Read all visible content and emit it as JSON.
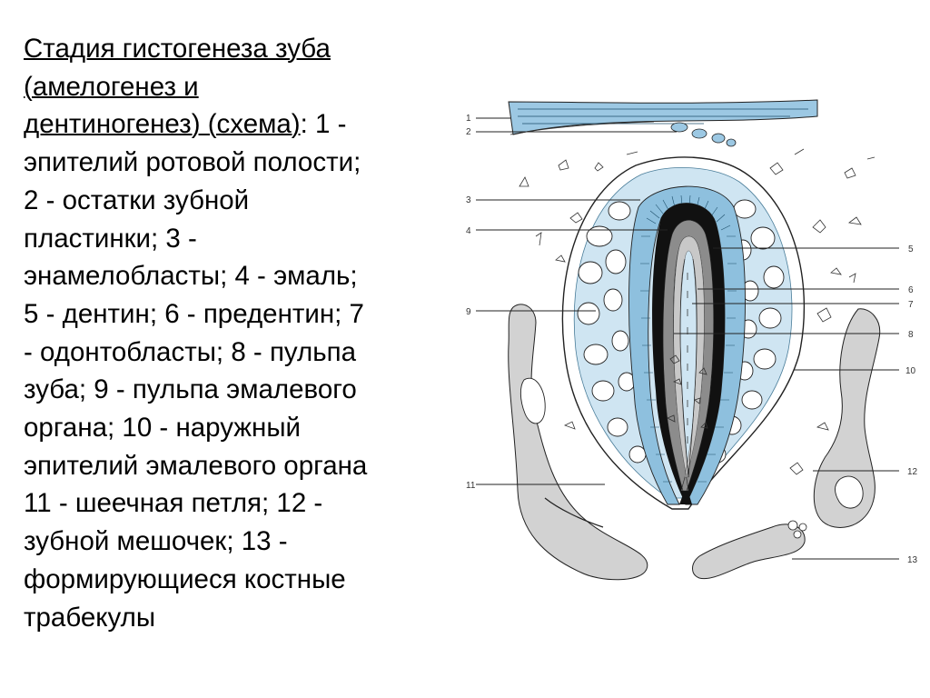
{
  "caption": {
    "lines": [
      "Стадия гистогенеза зуба",
      "(амелогенез и",
      "дентиногенез) (схема): 1 -",
      "эпителий ротовой полости;",
      "2 - остатки зубной",
      "пластинки; 3 -",
      "энамелобласты; 4 - эмаль;",
      "5 - дентин; 6 - предентин; 7",
      "- одонтобласты; 8 - пульпа",
      "зуба; 9 - пульпа эмалевого",
      "органа; 10 - наружный",
      "эпителий эмалевого органа",
      "11 - шеечная петля; 12 -",
      "зубной мешочек; 13 -",
      "формирующиеся костные",
      "трабекулы"
    ],
    "underlined_part_line3": "дентиногенез) (схема)",
    "rest_line3": ": 1 -"
  },
  "diagram": {
    "labels": {
      "n1": "1",
      "n2": "2",
      "n3": "3",
      "n4": "4",
      "n5": "5",
      "n6": "6",
      "n7": "7",
      "n8": "8",
      "n9": "9",
      "n10": "10",
      "n11": "11",
      "n12": "12",
      "n13": "13"
    },
    "colors": {
      "epithelium_blue": "#9cc8e3",
      "enamel_black": "#111111",
      "dentin_grey": "#8c8c8c",
      "predentin_light": "#c8c8c8",
      "bone_grey": "#d2d2d2",
      "line": "#222222"
    }
  }
}
